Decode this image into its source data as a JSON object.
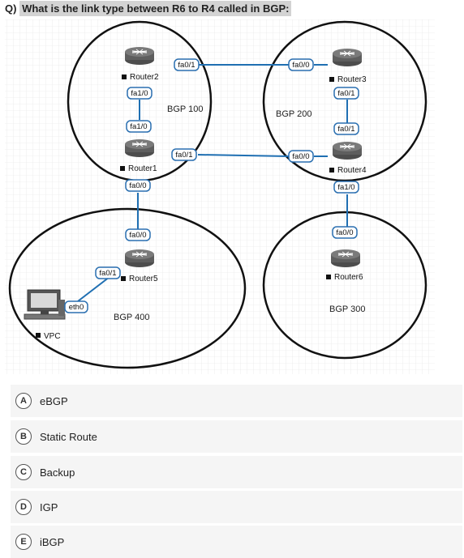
{
  "question": {
    "prefix": "Q)",
    "text": "What is the link type between R6 to R4 called in BGP:"
  },
  "diagram": {
    "as_labels": {
      "bgp100": "BGP 100",
      "bgp200": "BGP 200",
      "bgp300": "BGP 300",
      "bgp400": "BGP 400"
    },
    "routers": {
      "router1": "Router1",
      "router2": "Router2",
      "router3": "Router3",
      "router4": "Router4",
      "router5": "Router5",
      "router6": "Router6"
    },
    "pc": "VPC",
    "interfaces": {
      "r2_fa0_1": "fa0/1",
      "r2_fa1_0": "fa1/0",
      "r1_fa1_0": "fa1/0",
      "r1_fa0_1": "fa0/1",
      "r1_fa0_0": "fa0/0",
      "r3_fa0_0": "fa0/0",
      "r3_fa0_1": "fa0/1",
      "r4_fa0_1": "fa0/1",
      "r4_fa0_0": "fa0/0",
      "r4_fa1_0": "fa1/0",
      "r6_fa0_0": "fa0/0",
      "r5_fa0_0": "fa0/0",
      "r5_fa0_1": "fa0/1",
      "vpc_eth0": "eth0"
    },
    "colors": {
      "link": "#1f6fb2",
      "port_border": "#2a6fb0",
      "router_body": "#6b6b6b"
    }
  },
  "options": [
    {
      "letter": "A",
      "text": "eBGP"
    },
    {
      "letter": "B",
      "text": "Static Route"
    },
    {
      "letter": "C",
      "text": "Backup"
    },
    {
      "letter": "D",
      "text": "IGP"
    },
    {
      "letter": "E",
      "text": "iBGP"
    }
  ]
}
